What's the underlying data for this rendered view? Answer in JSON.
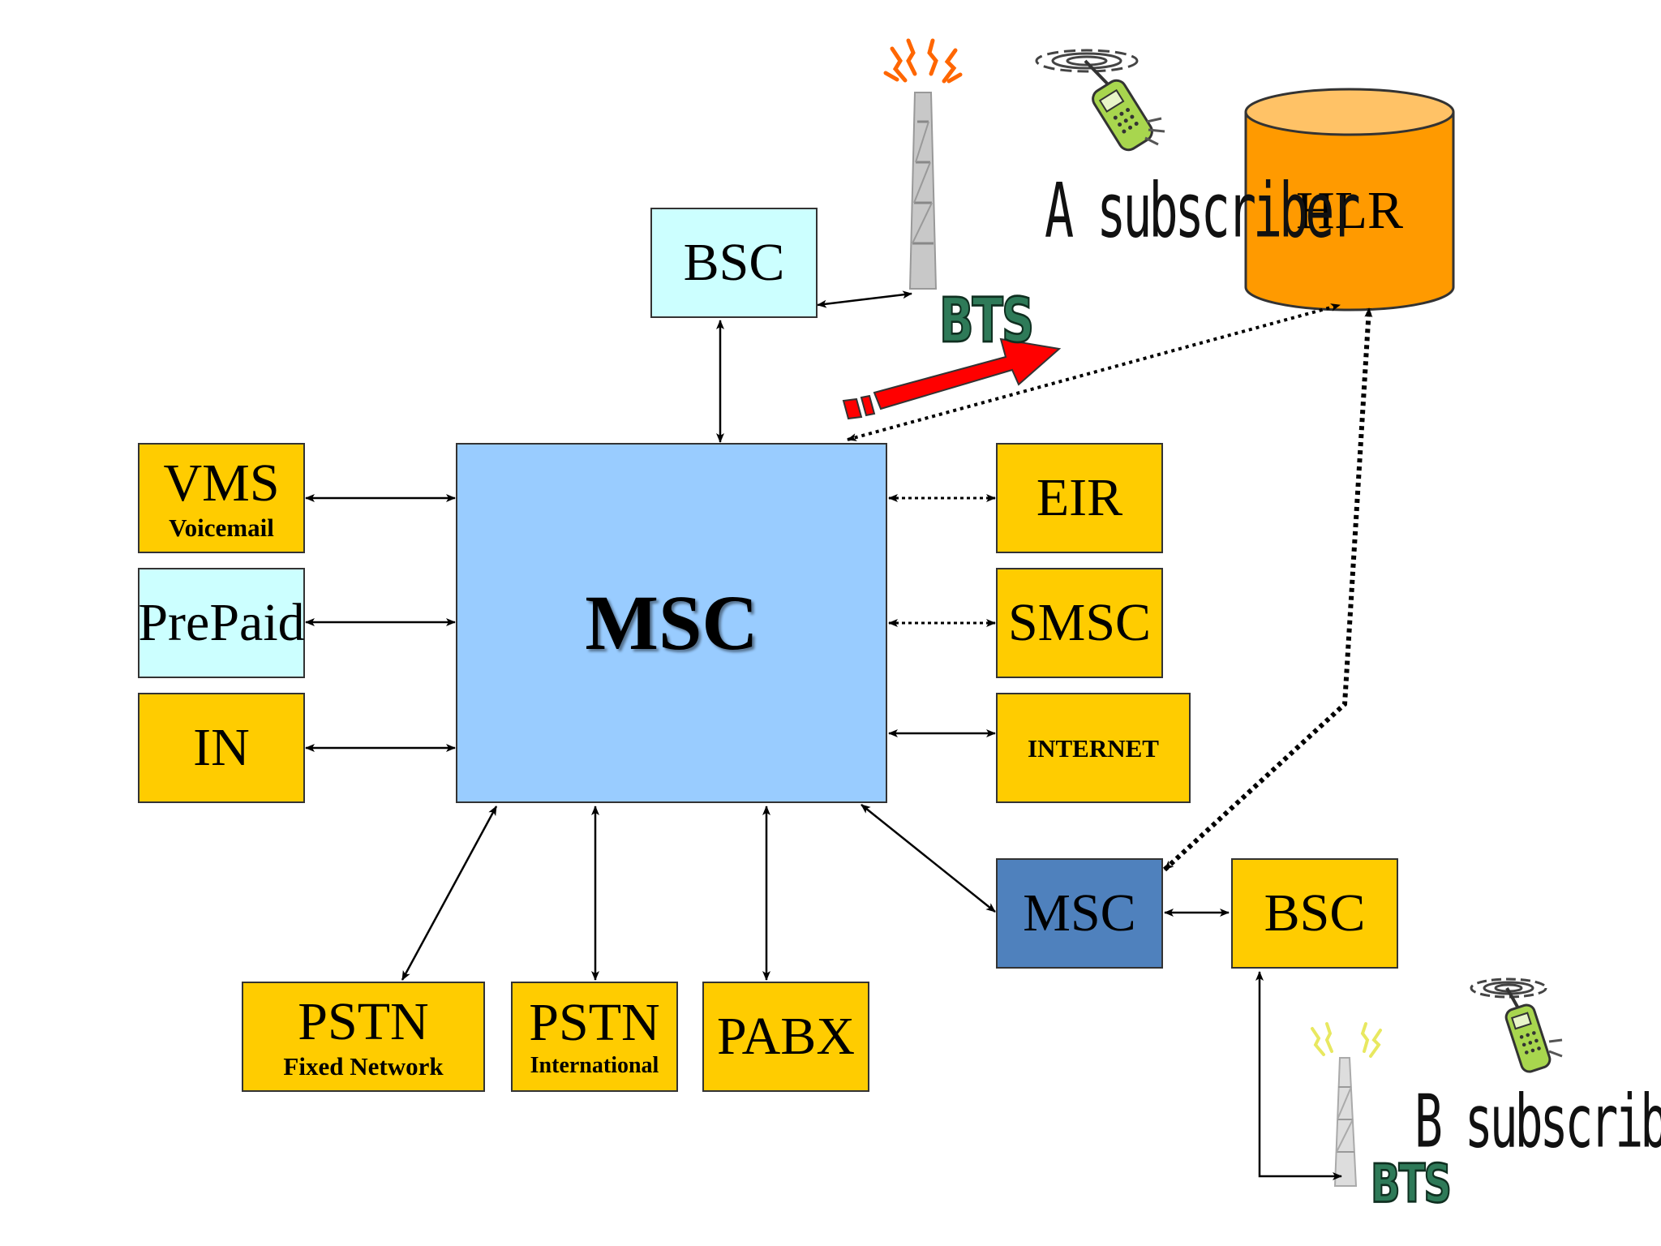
{
  "colors": {
    "yellow": "#ffcc00",
    "light_cyan": "#ccffff",
    "light_blue": "#99ccff",
    "steel_blue": "#4f81bd",
    "hlr_orange": "#ff9a00",
    "hlr_top": "#ffc266",
    "arrow_red": "#ff0000",
    "bts_green": "#2e7a58"
  },
  "nodes": {
    "bsc_top": {
      "label": "BSC"
    },
    "vms": {
      "label": "VMS",
      "sublabel": "Voicemail"
    },
    "prepaid": {
      "label": "PrePaid"
    },
    "in": {
      "label": "IN"
    },
    "msc_main": {
      "label": "MSC"
    },
    "eir": {
      "label": "EIR"
    },
    "smsc": {
      "label": "SMSC"
    },
    "internet": {
      "label": "INTERNET"
    },
    "msc_b": {
      "label": "MSC"
    },
    "bsc_b": {
      "label": "BSC"
    },
    "pstn_fixed": {
      "label": "PSTN",
      "sublabel": "Fixed Network"
    },
    "pstn_intl": {
      "label": "PSTN",
      "sublabel": "International"
    },
    "pabx": {
      "label": "PABX"
    },
    "hlr": {
      "label": "HLR"
    }
  },
  "captions": {
    "a_subscriber": "A subscriber",
    "b_subscriber": "B subscriber",
    "bts_top": "BTS",
    "bts_bottom": "BTS"
  },
  "icons": {
    "tower_top": "cell-tower-icon",
    "tower_bottom": "cell-tower-icon",
    "phone_a": "mobile-phone-icon",
    "phone_b": "mobile-phone-icon",
    "hlr_db": "database-cylinder-icon",
    "red_arrow": "arrow-right-icon"
  },
  "edges": [
    {
      "from": "bsc_top",
      "to": "msc_main",
      "style": "solid"
    },
    {
      "from": "bsc_top",
      "to": "bts_top",
      "style": "solid"
    },
    {
      "from": "vms",
      "to": "msc_main",
      "style": "solid"
    },
    {
      "from": "prepaid",
      "to": "msc_main",
      "style": "solid"
    },
    {
      "from": "in",
      "to": "msc_main",
      "style": "solid"
    },
    {
      "from": "eir",
      "to": "msc_main",
      "style": "dotted"
    },
    {
      "from": "smsc",
      "to": "msc_main",
      "style": "dotted"
    },
    {
      "from": "internet",
      "to": "msc_main",
      "style": "solid"
    },
    {
      "from": "msc_main",
      "to": "msc_b",
      "style": "solid"
    },
    {
      "from": "msc_main",
      "to": "pstn_fixed",
      "style": "solid"
    },
    {
      "from": "msc_main",
      "to": "pstn_intl",
      "style": "solid"
    },
    {
      "from": "msc_main",
      "to": "pabx",
      "style": "solid"
    },
    {
      "from": "msc_b",
      "to": "bsc_b",
      "style": "solid"
    },
    {
      "from": "bsc_b",
      "to": "bts_bottom",
      "style": "solid"
    },
    {
      "from": "msc_main",
      "to": "hlr",
      "style": "dotted"
    },
    {
      "from": "msc_b",
      "to": "hlr",
      "style": "dotted"
    }
  ]
}
